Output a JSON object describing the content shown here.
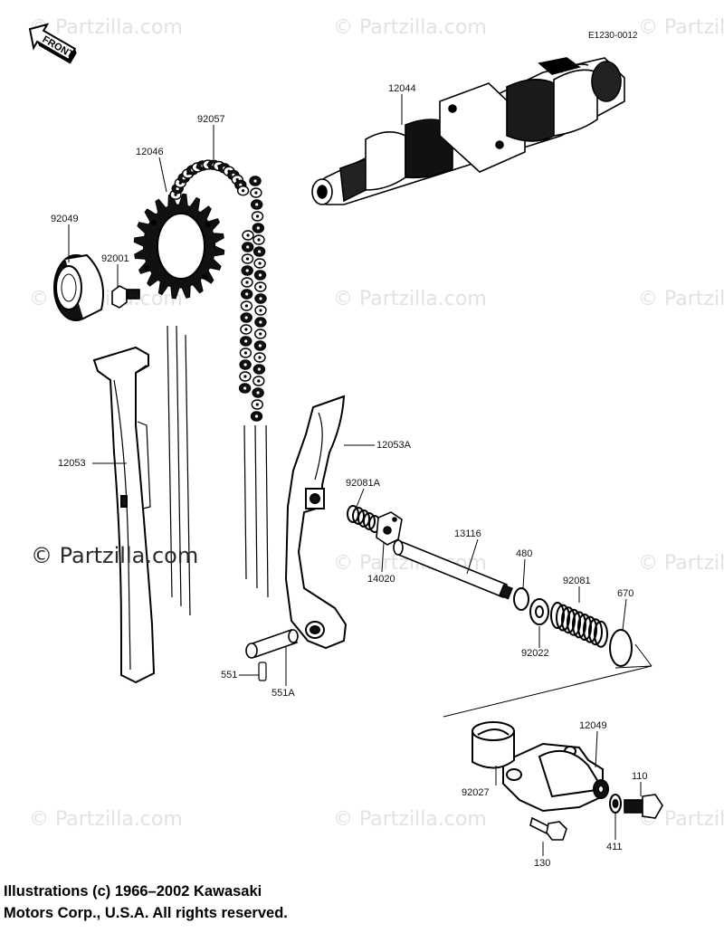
{
  "reference_code": "E1230-0012",
  "front_label": "FRONT",
  "watermark": {
    "text": "© Partzilla.com",
    "large_text": "© Partzilla.com"
  },
  "parts": {
    "p12044": "12044",
    "p92057": "92057",
    "p12046": "12046",
    "p92049": "92049",
    "p92001": "92001",
    "p12053": "12053",
    "p12053A": "12053A",
    "p92081A": "92081A",
    "p13116": "13116",
    "p14020": "14020",
    "p480": "480",
    "p92081": "92081",
    "p670": "670",
    "p92022": "92022",
    "p551": "551",
    "p551A": "551A",
    "p12049": "12049",
    "p92027": "92027",
    "p110": "110",
    "p130": "130",
    "p411": "411"
  },
  "copyright": {
    "line1": "Illustrations (c) 1966–2002 Kawasaki",
    "line2": "Motors Corp., U.S.A.  All rights reserved."
  }
}
